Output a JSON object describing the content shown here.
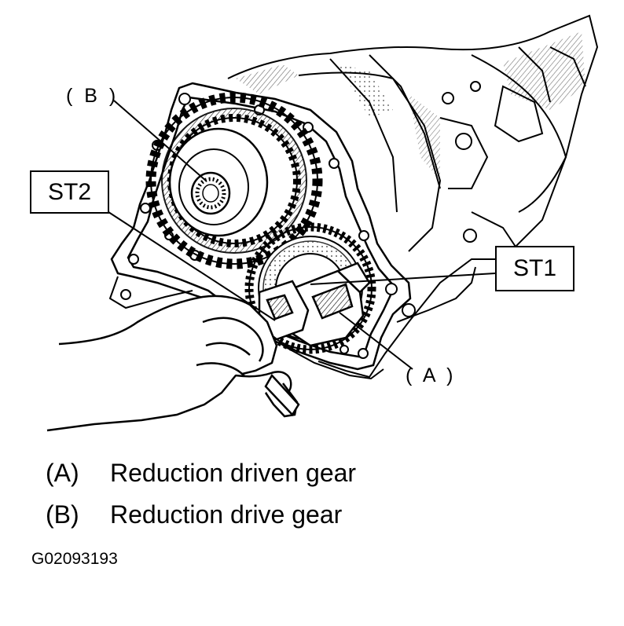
{
  "callouts": {
    "st1": "ST1",
    "st2": "ST2",
    "label_a": "( A )",
    "label_b": "( B )"
  },
  "legend": [
    {
      "key": "(A)",
      "text": "Reduction driven gear"
    },
    {
      "key": "(B)",
      "text": "Reduction drive gear"
    }
  ],
  "figure_id": "G02093193"
}
